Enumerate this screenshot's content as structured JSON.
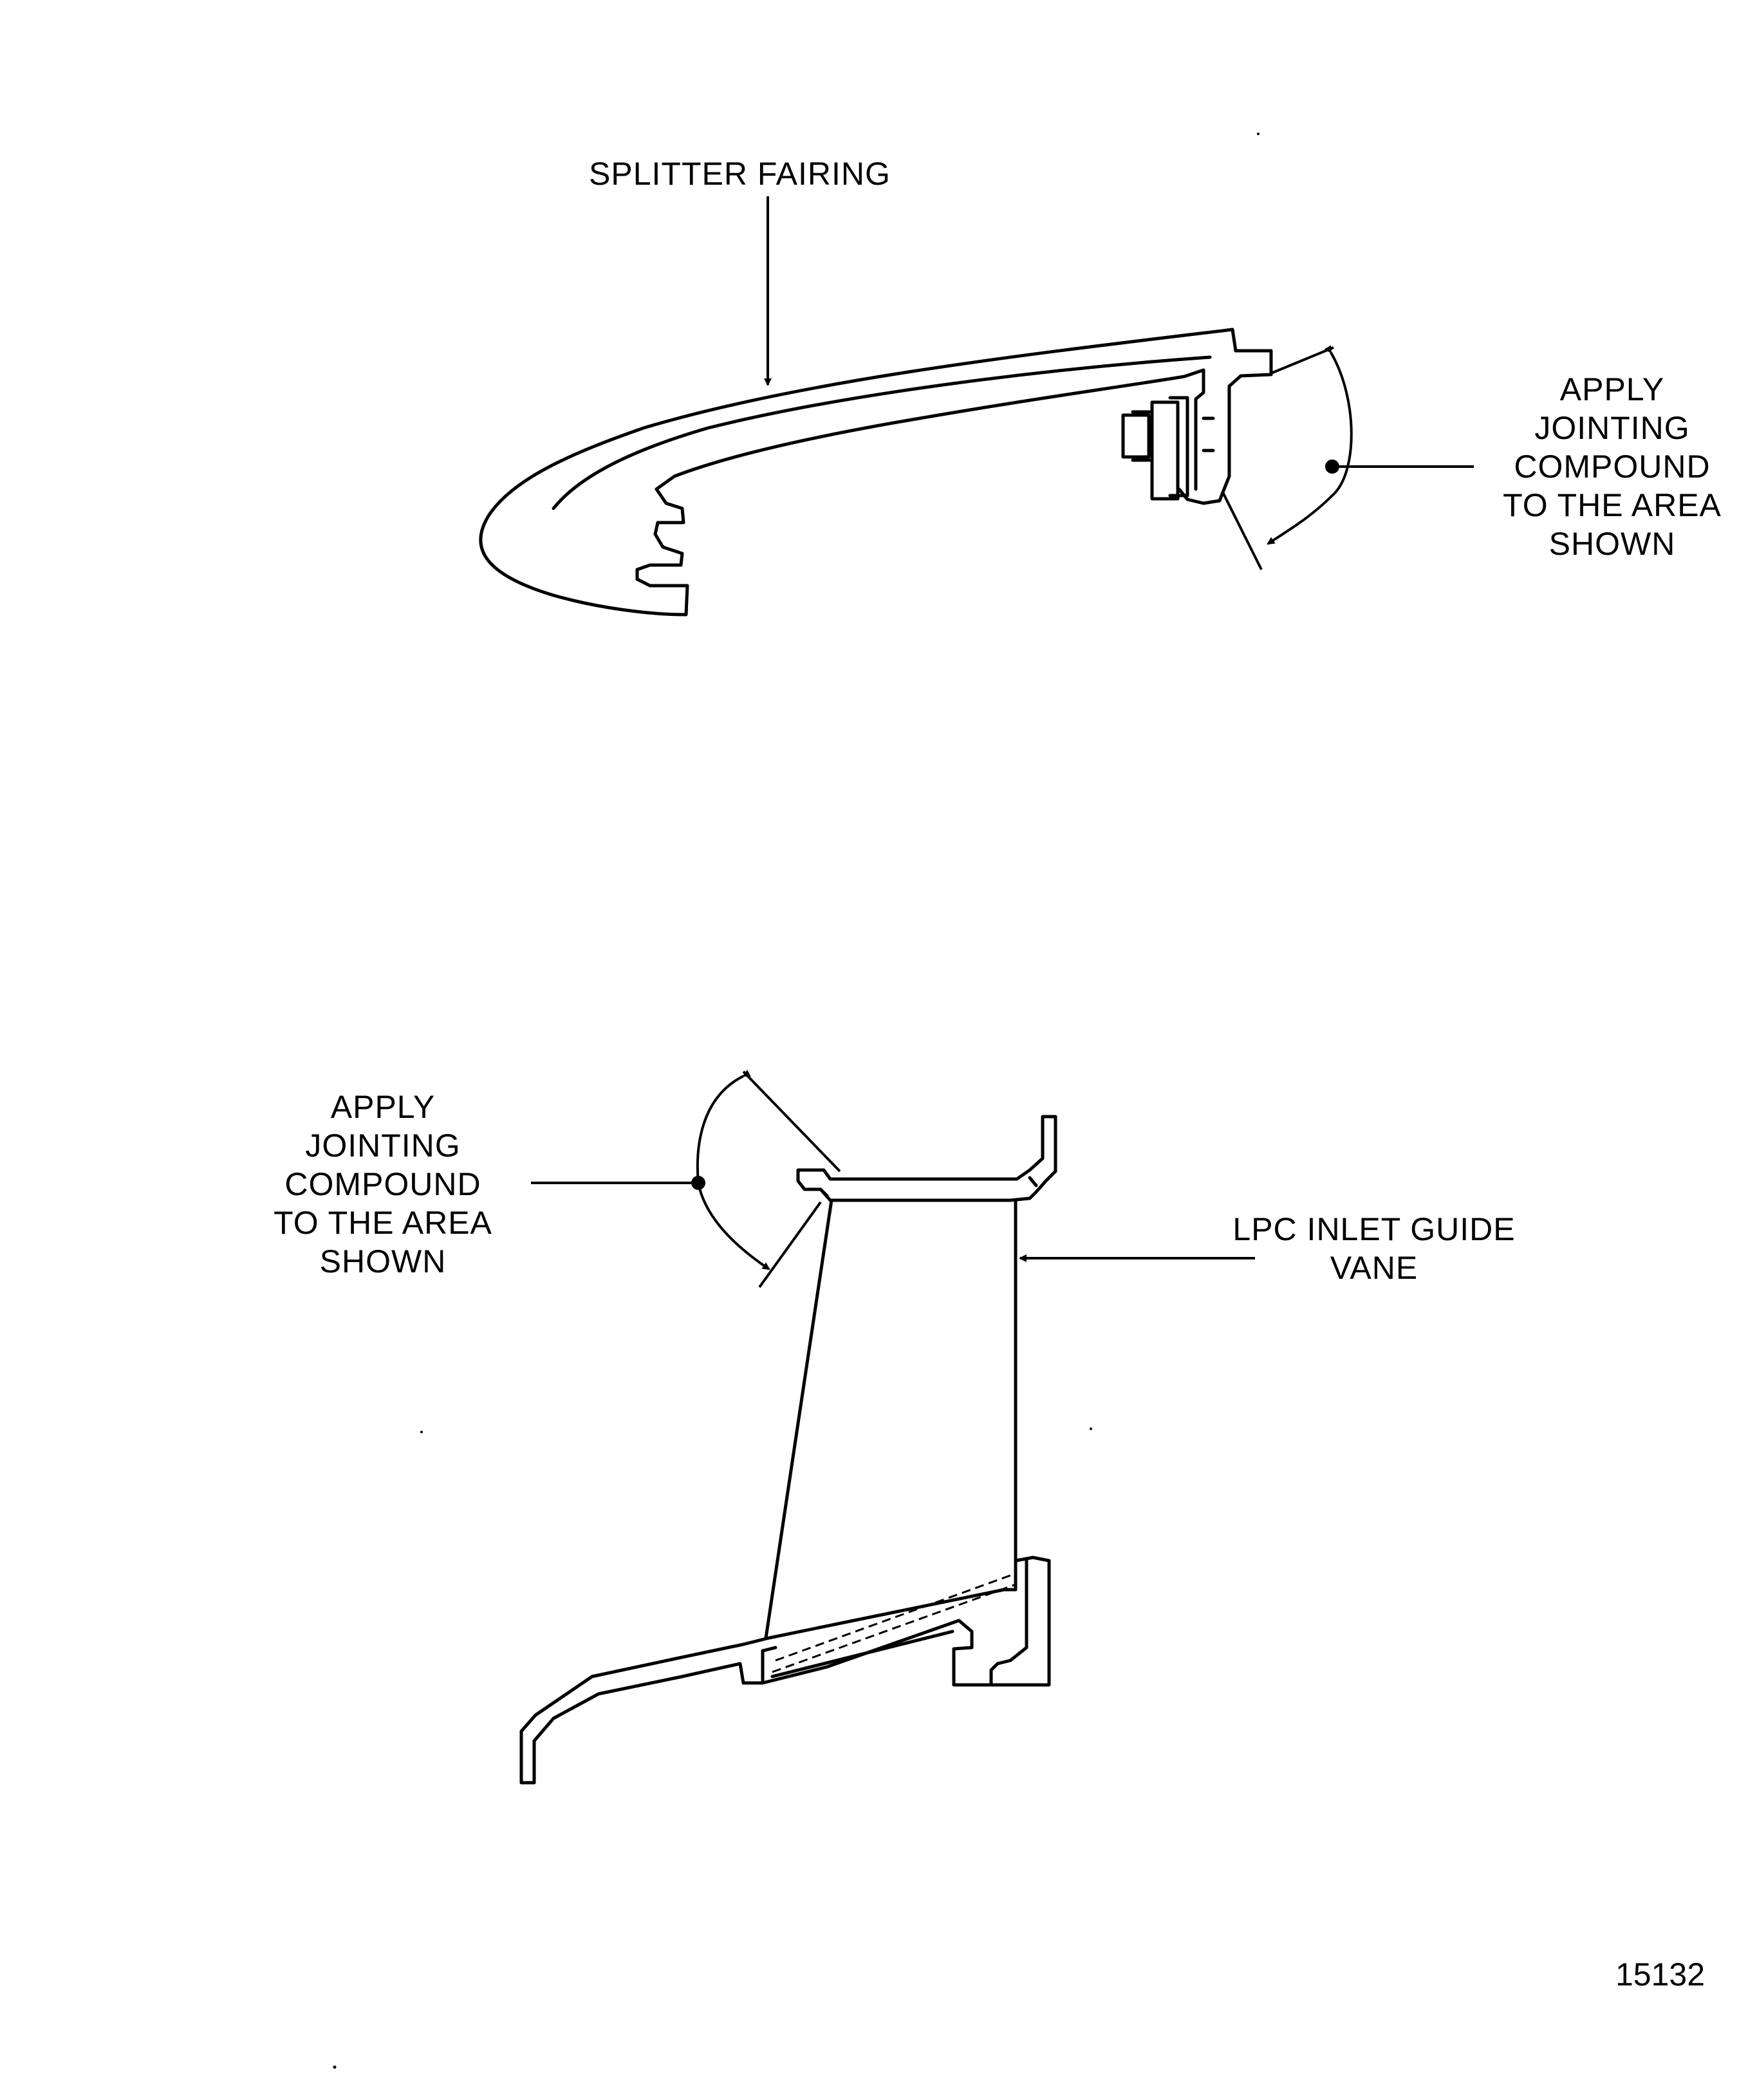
{
  "figure": {
    "number": "15132",
    "line_color": "#000000",
    "background": "#ffffff"
  },
  "callouts": {
    "splitter_fairing": {
      "label": "SPLITTER  FAIRING"
    },
    "top_compound": {
      "lines": [
        "APPLY",
        "JOINTING",
        "COMPOUND",
        "TO  THE  AREA",
        "SHOWN"
      ]
    },
    "bottom_compound": {
      "lines": [
        "APPLY",
        "JOINTING",
        "COMPOUND",
        "TO  THE  AREA",
        "SHOWN"
      ]
    },
    "lpc_guide_vane": {
      "lines": [
        "LPC  INLET  GUIDE",
        "VANE"
      ]
    }
  }
}
